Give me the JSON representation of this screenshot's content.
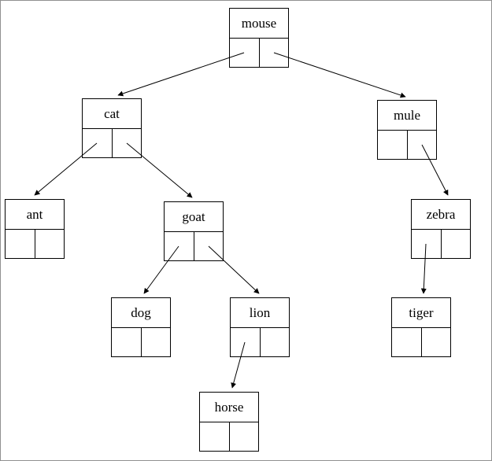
{
  "diagram": {
    "type": "binary-tree",
    "colors": {
      "node_border": "#000000",
      "node_background": "#ffffff",
      "edge": "#000000",
      "canvas_border": "#909090"
    }
  },
  "tree": {
    "nodes": [
      {
        "id": "mouse",
        "label": "mouse"
      },
      {
        "id": "cat",
        "label": "cat"
      },
      {
        "id": "mule",
        "label": "mule"
      },
      {
        "id": "ant",
        "label": "ant"
      },
      {
        "id": "goat",
        "label": "goat"
      },
      {
        "id": "zebra",
        "label": "zebra"
      },
      {
        "id": "dog",
        "label": "dog"
      },
      {
        "id": "lion",
        "label": "lion"
      },
      {
        "id": "tiger",
        "label": "tiger"
      },
      {
        "id": "horse",
        "label": "horse"
      }
    ],
    "edges": [
      {
        "from": "mouse",
        "pointer": "left",
        "to": "cat"
      },
      {
        "from": "mouse",
        "pointer": "right",
        "to": "mule"
      },
      {
        "from": "cat",
        "pointer": "left",
        "to": "ant"
      },
      {
        "from": "cat",
        "pointer": "right",
        "to": "goat"
      },
      {
        "from": "mule",
        "pointer": "right",
        "to": "zebra"
      },
      {
        "from": "goat",
        "pointer": "left",
        "to": "dog"
      },
      {
        "from": "goat",
        "pointer": "right",
        "to": "lion"
      },
      {
        "from": "zebra",
        "pointer": "left",
        "to": "tiger"
      },
      {
        "from": "lion",
        "pointer": "left",
        "to": "horse"
      }
    ]
  }
}
